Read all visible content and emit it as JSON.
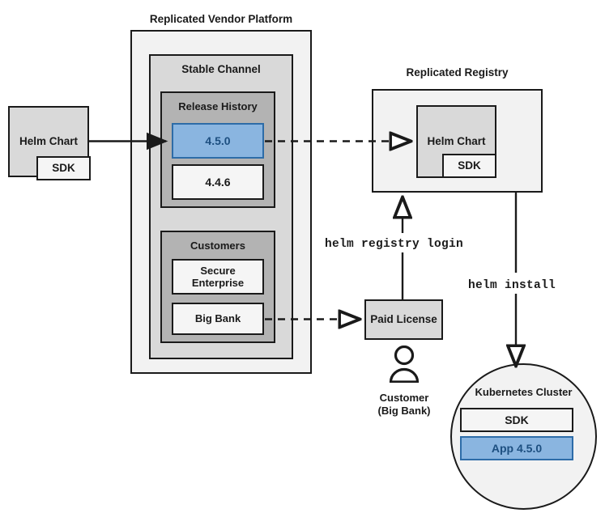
{
  "diagram": {
    "title_platform": "Replicated Vendor Platform",
    "title_registry": "Replicated Registry",
    "vendor_platform": {
      "stable_channel": {
        "label": "Stable Channel",
        "release_history": {
          "label": "Release History",
          "releases": [
            {
              "version": "4.5.0",
              "highlighted": true
            },
            {
              "version": "4.4.6",
              "highlighted": false
            }
          ]
        },
        "customers": {
          "label": "Customers",
          "entries": [
            {
              "name": "Secure Enterprise"
            },
            {
              "name": "Big Bank"
            }
          ]
        }
      }
    },
    "source_chart": {
      "label": "Helm Chart",
      "sdk_label": "SDK"
    },
    "registry": {
      "chart_label": "Helm Chart",
      "sdk_label": "SDK"
    },
    "license": {
      "label": "Paid License"
    },
    "customer_actor": {
      "line1": "Customer",
      "line2": "(Big Bank)",
      "icon": "person-icon"
    },
    "cluster": {
      "label": "Kubernetes Cluster",
      "items": [
        {
          "name": "SDK",
          "highlighted": false
        },
        {
          "name": "App 4.5.0",
          "highlighted": true
        }
      ]
    },
    "commands": {
      "registry_login": "helm registry login",
      "install": "helm install"
    },
    "colors": {
      "accent_blue_fill": "#8ab5e0",
      "accent_blue_border": "#2d6ca8",
      "accent_blue_text": "#1d4f80",
      "stroke": "#1a1a1a",
      "fill_lightest": "#f2f2f2",
      "fill_light": "#d9d9d9",
      "fill_mid": "#b3b3b3",
      "fill_white": "#f5f5f5"
    }
  }
}
